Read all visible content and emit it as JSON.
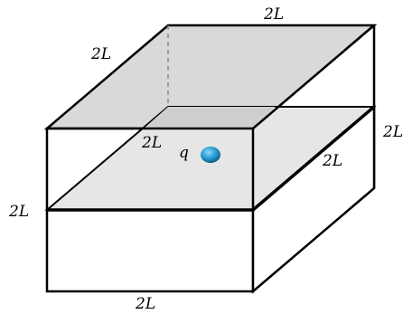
{
  "labels": {
    "top_back": "2L",
    "top_left": "2L",
    "top_right_cut": "2L",
    "mid_left_depth": "2L",
    "mid_right_side": "2L",
    "left_height": "2L",
    "bottom_front": "2L",
    "charge": "q"
  },
  "colors": {
    "stroke": "#000000",
    "top_face": "#d9d9d9",
    "mid_plane": "#e6e6e6",
    "mid_plane_back": "#cfcfcf",
    "charge": "#2a9fd6",
    "hidden_edge": "#8a8a8a"
  }
}
